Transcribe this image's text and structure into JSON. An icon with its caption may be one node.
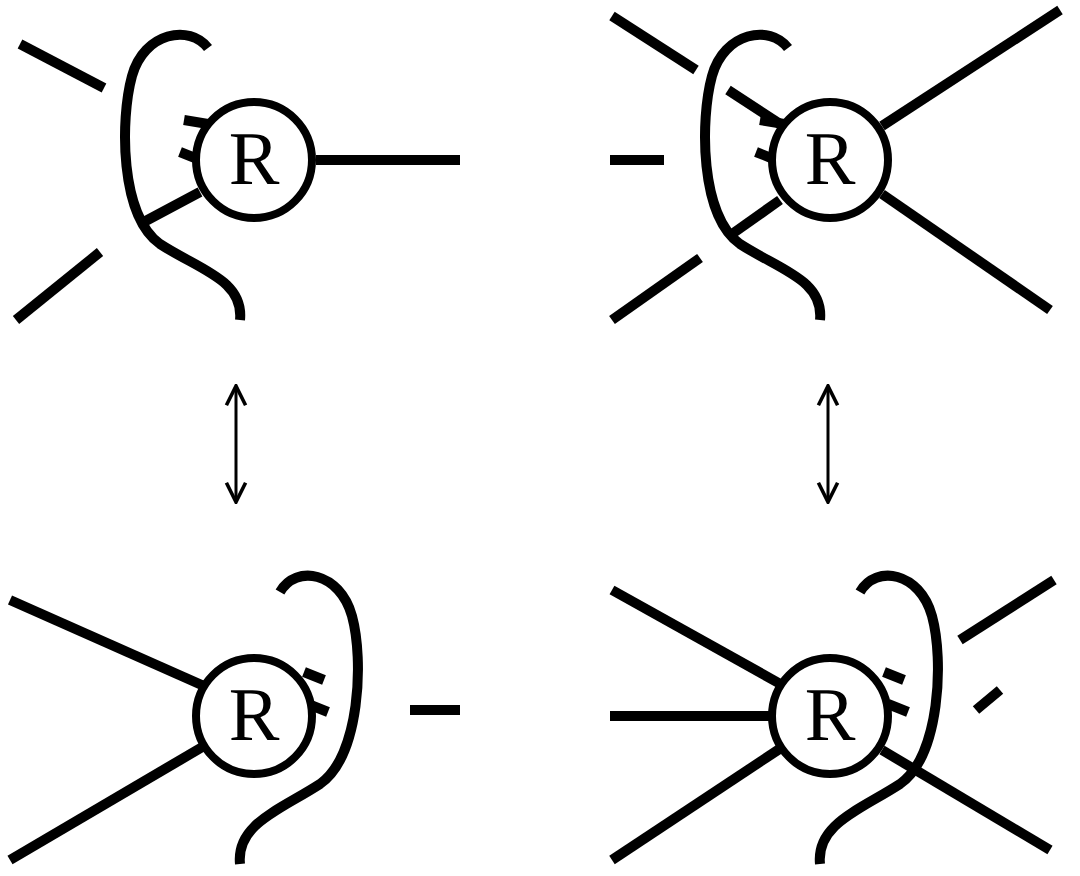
{
  "diagram": {
    "nodes": [
      {
        "text": [],
        "shape": "picture"
      },
      {
        "text": [],
        "shape": "picture"
      },
      {
        "text": [],
        "shape": "picture"
      },
      {
        "text": [],
        "shape": "picture"
      },
      {
        "text": [
          "R"
        ],
        "in": 0
      },
      {
        "text": [
          "R"
        ],
        "in": 1
      },
      {
        "text": [
          "R"
        ],
        "in": 2
      },
      {
        "text": [
          "R"
        ],
        "in": 3
      }
    ],
    "edges": [
      {
        "from": 0,
        "to": 2,
        "arrow": "both"
      },
      {
        "from": 1,
        "to": 3,
        "arrow": "both"
      }
    ]
  }
}
